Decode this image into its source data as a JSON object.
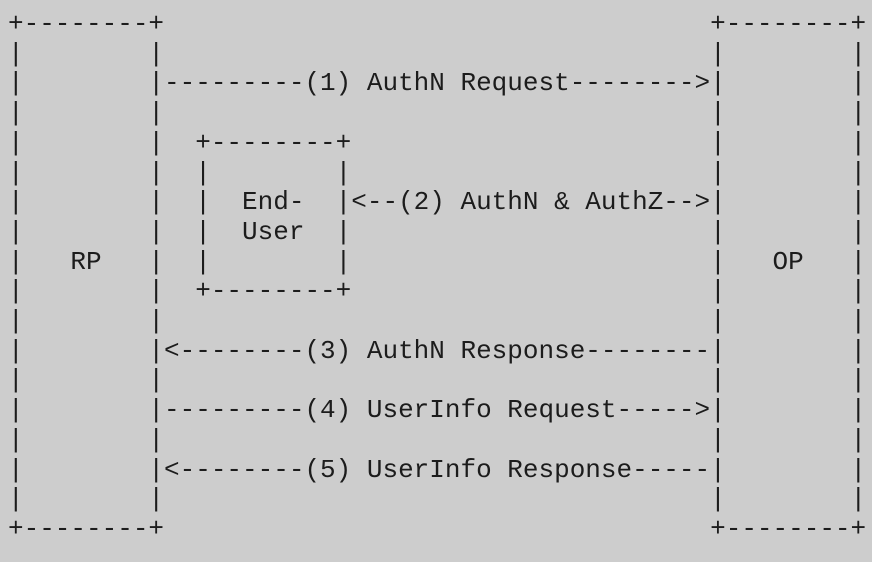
{
  "colors": {
    "background": "#cdcdcd",
    "text": "#1c1c1c"
  },
  "diagram": {
    "actors": [
      {
        "label": "RP",
        "position": "left"
      },
      {
        "label": "End-User",
        "position": "middle"
      },
      {
        "label": "OP",
        "position": "right"
      }
    ],
    "steps": [
      {
        "num": "(1)",
        "label": "AuthN Request",
        "from": "RP",
        "to": "OP",
        "direction": "right"
      },
      {
        "num": "(2)",
        "label": "AuthN & AuthZ",
        "from": "End-User",
        "to": "OP",
        "direction": "both"
      },
      {
        "num": "(3)",
        "label": "AuthN Response",
        "from": "OP",
        "to": "RP",
        "direction": "left"
      },
      {
        "num": "(4)",
        "label": "UserInfo Request",
        "from": "RP",
        "to": "OP",
        "direction": "right"
      },
      {
        "num": "(5)",
        "label": "UserInfo Response",
        "from": "OP",
        "to": "RP",
        "direction": "left"
      }
    ],
    "ascii_lines": [
      "+--------+                                   +--------+",
      "|        |                                   |        |",
      "|        |---------(1) AuthN Request-------->|        |",
      "|        |                                   |        |",
      "|        |  +--------+                       |        |",
      "|        |  |        |                       |        |",
      "|        |  |  End-  |<--(2) AuthN & AuthZ-->|        |",
      "|        |  |  User  |                       |        |",
      "|   RP   |  |        |                       |   OP   |",
      "|        |  +--------+                       |        |",
      "|        |                                   |        |",
      "|        |<--------(3) AuthN Response--------|        |",
      "|        |                                   |        |",
      "|        |---------(4) UserInfo Request----->|        |",
      "|        |                                   |        |",
      "|        |<--------(5) UserInfo Response-----|        |",
      "|        |                                   |        |",
      "+--------+                                   +--------+"
    ]
  }
}
